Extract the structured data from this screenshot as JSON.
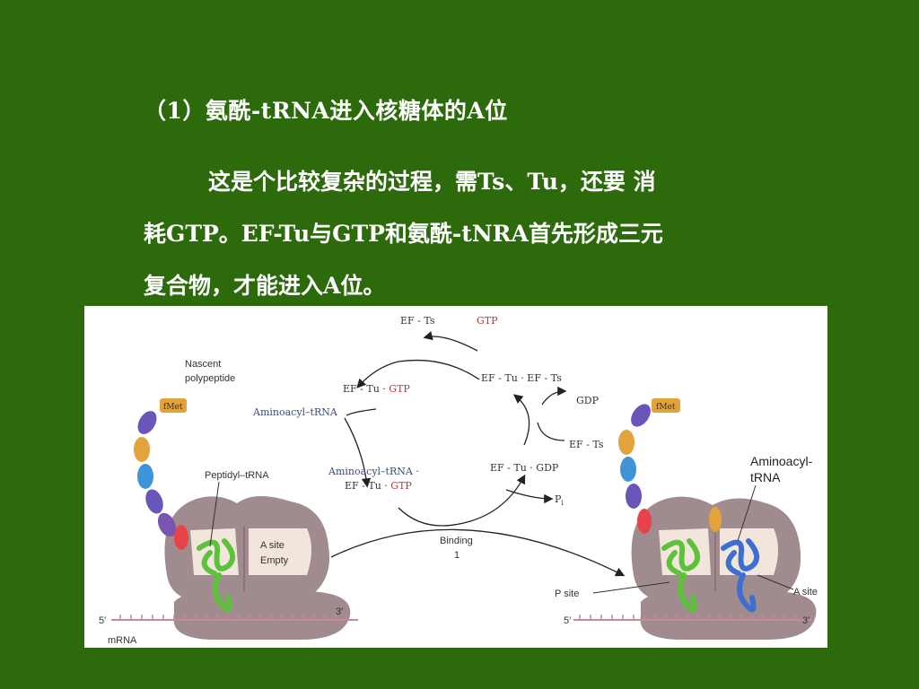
{
  "slide": {
    "heading": "（1）氨酰-tRNA进入核糖体的A位",
    "paragraph_lines": [
      "这是个比较复杂的过程，需Ts、Tu，还要 消",
      "耗GTP。EF-Tu与GTP和氨酰-tNRA首先形成三元",
      "复合物，才能进入A位。"
    ]
  },
  "diagram": {
    "left_ribosome": {
      "nascent_polypeptide": [
        "Nascent",
        "polypeptide"
      ],
      "fmet": "fMet",
      "peptidyl_trna": "Peptidyl–tRNA",
      "a_site_empty": [
        "A site",
        "Empty"
      ],
      "five_prime": "5′",
      "three_prime": "3′",
      "mrna": "mRNA"
    },
    "cycle": {
      "ef_ts": "EF - Ts",
      "gtp_top": "GTP",
      "ef_tu_gtp_prefix": "EF - Tu · ",
      "ef_tu_gtp_gtp": "GTP",
      "ef_tu_ef_ts": "EF - Tu · EF - Ts",
      "gdp": "GDP",
      "ef_ts_right": "EF - Ts",
      "aminoacyl_trna": "Aminoacyl–tRNA",
      "complex_line1": "Aminoacyl–tRNA ·",
      "complex_line2_prefix": "EF - Tu · ",
      "complex_line2_gtp": "GTP",
      "ef_tu_gdp": "EF - Tu · GDP",
      "pi": "P",
      "pi_sub": "i",
      "binding": "Binding",
      "binding_step": "1"
    },
    "right_ribosome": {
      "fmet": "fMet",
      "aminoacyl_trna": [
        "Aminoacyl-",
        "tRNA"
      ],
      "p_site": "P site",
      "a_site": "A site",
      "five_prime": "5′",
      "three_prime": "3′"
    },
    "colors": {
      "ribosome_outer": "#a08c8f",
      "ribosome_inner": "#f2e6dc",
      "trna_green": "#5cc23a",
      "trna_blue": "#3c6fd1",
      "mrna": "#c98a95"
    }
  }
}
